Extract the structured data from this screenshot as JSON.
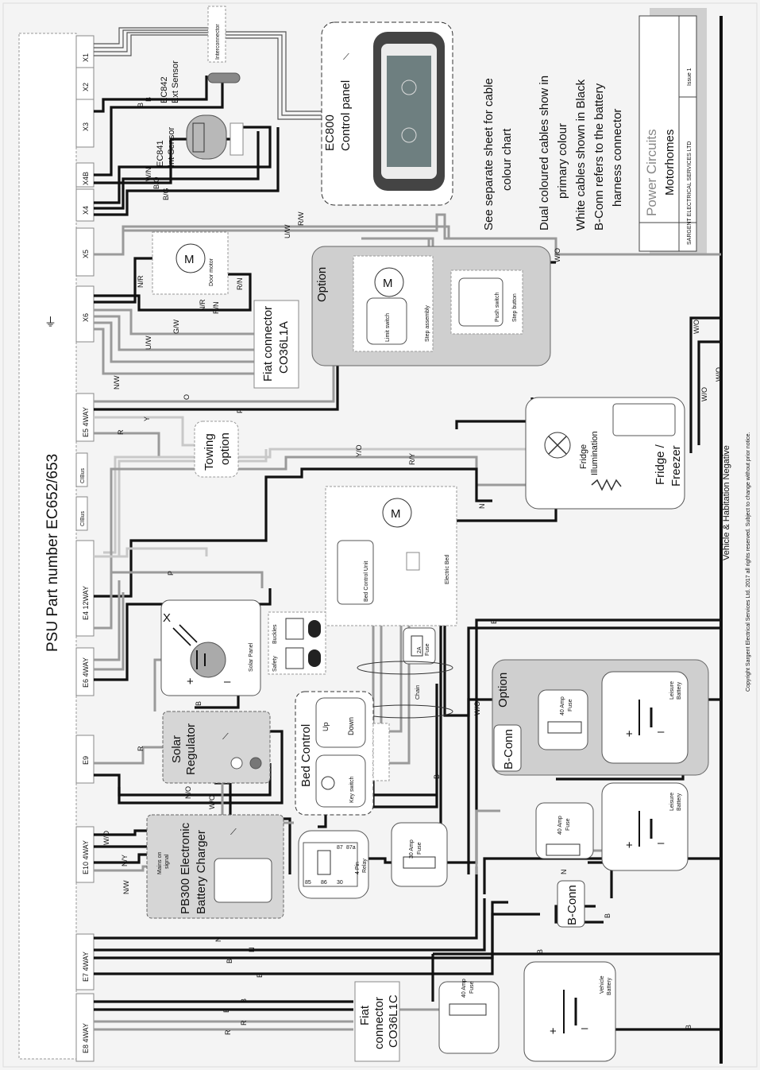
{
  "title": "PSU Part number EC652/653",
  "notes": {
    "line1": "See separate sheet for cable",
    "line2": "colour chart",
    "line3": "Dual coloured cables show in",
    "line4": "primary colour",
    "line5": "White cables shown in Black",
    "line6": "B-Conn refers to the battery",
    "line7": "harness connector"
  },
  "titleblock": {
    "brand": "Power Circuits",
    "product": "Motorhomes",
    "company": "SARGENT ELECTRICAL SERVICES LTD",
    "issue": "Issue 1"
  },
  "negative_bus": "Vehicle & Habitation Negative",
  "copyright": "Copyright Sargent Electrical Services Ltd. 2017 all rights reserved.  Subject to change without prior notice.",
  "connectors": [
    "X1",
    "X2",
    "X3",
    "X4B",
    "X4",
    "X5",
    "X6",
    "E5 4WAY",
    "CIBus",
    "CIBus",
    "E4 12WAY",
    "E6 4WAY",
    "E9",
    "E10 4WAY",
    "E7 4WAY",
    "E8 4WAY"
  ],
  "components": {
    "interconnector": "Interconnector",
    "ec842_a": "EC842",
    "ec842_b": "Ext Sensor",
    "ec841_a": "EC841",
    "ec841_b": "Int Sensor",
    "ec800_a": "EC800",
    "ec800_b": "Control panel",
    "door_motor": "Door motor",
    "m": "M",
    "fiat_a1": "Fiat connector",
    "fiat_a2": "CO36L1A",
    "option": "Option",
    "limit_switch": "Limit switch",
    "step_assembly": "Step assembly",
    "push_switch": "Push switch",
    "step_button": "Step button",
    "towing_a": "Towing",
    "towing_b": "option",
    "fridge_illum_a": "Fridge",
    "fridge_illum_b": "Illumination",
    "fridge_a": "Fridge /",
    "fridge_b": "Freezer",
    "bed_control_unit": "Bed Control Unit",
    "electric_bed": "Electric Bed",
    "safety": "Safety",
    "buckles": "Buckles",
    "fuse_2a_a": "2A",
    "fuse_2a_b": "Fuse",
    "chain": "Chain",
    "solar_panel": "Solar Panel",
    "solar_reg_a": "Solar",
    "solar_reg_b": "Regulator",
    "bed_control": "Bed Control",
    "up": "Up",
    "down": "Down",
    "key_switch": "Key switch",
    "relay_a": "4 Pin",
    "relay_b": "Relay",
    "fuse30_a": "30 Amp",
    "fuse30_b": "Fuse",
    "fuse40_a": "40 Amp",
    "fuse40_b": "Fuse",
    "leisure_a": "Leisure",
    "leisure_b": "Battery",
    "vehicle_a": "Vehicle",
    "vehicle_b": "Battery",
    "bconn": "B-Conn",
    "charger_a": "PB300 Electronic",
    "charger_b": "Battery Charger",
    "mains_a": "Mains on",
    "mains_b": "signal",
    "fiat_c1": "Fiat",
    "fiat_c2": "connector",
    "fiat_c3": "CO36L1C",
    "plus": "+",
    "minus": "–",
    "x": "X",
    "relay_pins": [
      "87",
      "87a",
      "85",
      "86",
      "30"
    ]
  },
  "wire_labels": [
    "B",
    "B",
    "W/N",
    "B/O",
    "B/G",
    "U/W",
    "R/W",
    "N/R",
    "R/N",
    "R/N",
    "N/R",
    "G/W",
    "U/W",
    "N/W",
    "O",
    "P",
    "R",
    "Y",
    "Y/O",
    "R/Y",
    "N",
    "P",
    "W/O",
    "W/O",
    "W/O",
    "W/O",
    "B",
    "B",
    "R",
    "N/O",
    "W/O",
    "W/O",
    "N/Y",
    "N/W",
    "N",
    "N",
    "B",
    "B",
    "B",
    "B",
    "R",
    "R",
    "B",
    "N",
    "N",
    "B",
    "B",
    "B",
    "B",
    "W/O"
  ],
  "colors": {
    "black_wire": "#111111",
    "grey_wire": "#9a9a9a",
    "light_wire": "#c8c8c8",
    "option_fill": "#cfcfcf"
  }
}
